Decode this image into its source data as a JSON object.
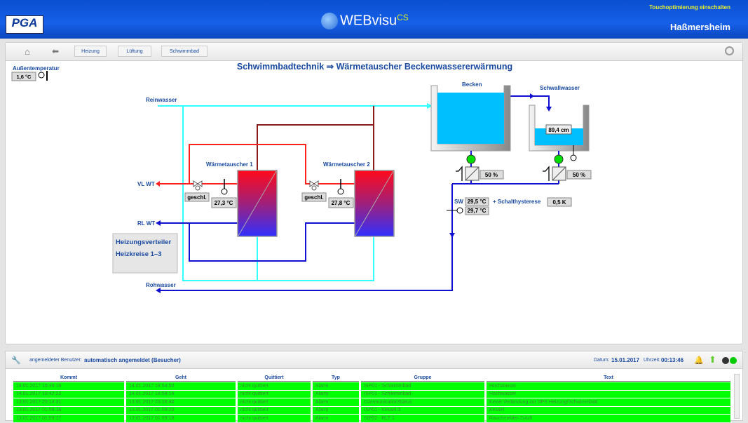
{
  "header": {
    "logo": "PGA",
    "app": "WEBvisu",
    "app_suffix": "CS",
    "touch_link": "Touchoptimierung einschalten",
    "location": "Haßmersheim"
  },
  "nav": {
    "buttons": [
      "Heizung",
      "Lüftung",
      "Schwimmbad"
    ]
  },
  "page_title": "Schwimmbadtechnik ⇒ Wärmetauscher Beckenwassererwärmung",
  "outside": {
    "label": "Außentemperatur",
    "value": "1,6 °C"
  },
  "diagram": {
    "reinwasser": "Reinwasser",
    "vl": "VL WT",
    "rl": "RL WT",
    "rohwasser": "Rohwasser",
    "hx1": {
      "label": "Wärmetauscher 1",
      "valve": "geschl.",
      "temp": "27,3 °C"
    },
    "hx2": {
      "label": "Wärmetauscher 2",
      "valve": "geschl.",
      "temp": "27,8 °C"
    },
    "verteiler": {
      "line1": "Heizungsverteiler",
      "line2": "Heizkreise 1–3"
    },
    "becken": {
      "label": "Becken",
      "pump_speed": "50 %"
    },
    "schwall": {
      "label": "Schwallwasser",
      "level": "89,4 cm",
      "pump_speed": "50 %"
    },
    "sw": {
      "label": "SW",
      "setpoint": "29,5 °C",
      "actual": "29,7 °C",
      "hyst_label": "+ Schalthysterese",
      "hyst": "0,5 K"
    },
    "colors": {
      "cold": "#33ffff",
      "hot": "#ff2020",
      "return": "#1010d0",
      "dark": "#8b1a1a",
      "water": "#00bfff",
      "pump": "#00dd00"
    }
  },
  "status": {
    "user_label": "angemeldeter Benutzer:",
    "user": "automatisch angemeldet (Besucher)",
    "date_label": "Datum:",
    "date": "15.01.2017",
    "time_label": "Uhrzeit:",
    "time": "00:13:46"
  },
  "alarms": {
    "columns": [
      "Kommt",
      "Geht",
      "Quittiert",
      "Typ",
      "Gruppe",
      "Text"
    ],
    "rows": [
      [
        "14.01.2017 18:49:18",
        "14.01.2017 18:54:50",
        "nicht quittiert",
        "Alarm",
        "ISP01 - Schwimmbad",
        "Hochwasser"
      ],
      [
        "14.01.2017 18:42:22",
        "14.01.2017 18:58:14",
        "nicht quittiert",
        "Alarm",
        "ISP01 - Schwimmbad",
        "Hochwasser"
      ],
      [
        "13.01.2017 23:14:31",
        "13.01.2017 23:16:46",
        "nicht quittiert",
        "Alarm",
        "CommunicationStatus",
        "Keine Verbindung zur SPS Heizung/Schwimmbad"
      ],
      [
        "13.01.2017 01:59:18",
        "13.01.2017 01:59:23",
        "nicht quittiert",
        "Alarm",
        "ISP01 - Kessel 3",
        "Kessel"
      ],
      [
        "13.01.2017 01:59:17",
        "13.01.2017 01:59:18",
        "nicht quittiert",
        "Alarm",
        "ISP02 - RLT 1",
        "Rauchmelder Zuluft"
      ]
    ]
  }
}
